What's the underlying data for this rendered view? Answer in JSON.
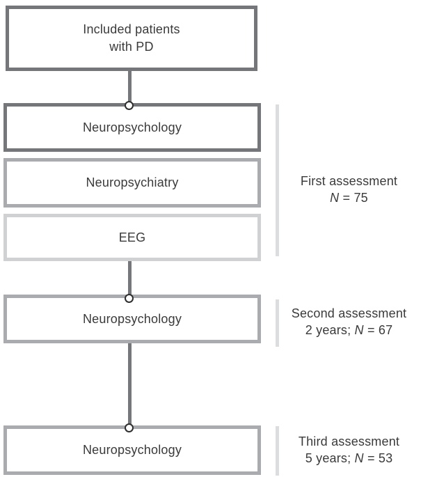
{
  "figure": {
    "type": "flowchart",
    "boxes": [
      {
        "label_line1": "Included patients",
        "label_line2": "with PD",
        "emphasis": "dark"
      },
      {
        "label": "Neuropsychology",
        "emphasis": "dark"
      },
      {
        "label": "Neuropsychiatry",
        "emphasis": "medium"
      },
      {
        "label": "EEG",
        "emphasis": "light"
      },
      {
        "label": "Neuropsychology",
        "emphasis": "medium"
      },
      {
        "label": "Neuropsychology",
        "emphasis": "medium"
      }
    ],
    "annotations": [
      {
        "line1": "First assessment",
        "line2_prefix": "",
        "line2_n": "N",
        "line2_suffix": " = 75"
      },
      {
        "line1": "Second assessment",
        "line2_prefix": "2 years; ",
        "line2_n": "N",
        "line2_suffix": " = 67"
      },
      {
        "line1": "Third assessment",
        "line2_prefix": "5 years; ",
        "line2_n": "N",
        "line2_suffix": " = 53"
      }
    ],
    "colors": {
      "border_dark": "#75767a",
      "border_medium": "#a9abae",
      "border_light": "#cfd1d3",
      "connector": "#76777b",
      "node_outline": "#2e2e2e",
      "bracket": "#dcddde",
      "text": "#3a3a3a",
      "background": "#ffffff"
    }
  }
}
